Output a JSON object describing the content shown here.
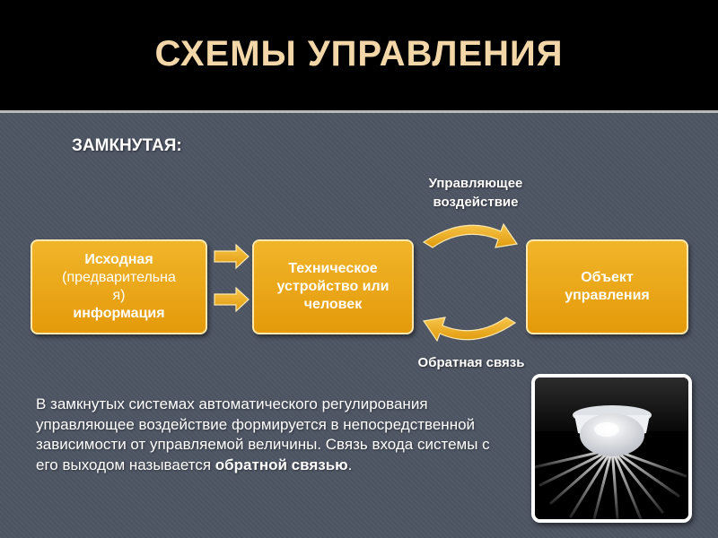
{
  "slide": {
    "title": "СХЕМЫ УПРАВЛЕНИЯ",
    "subtitle": "ЗАМКНУТАЯ:"
  },
  "diagram": {
    "source_box": {
      "line1": "Исходная",
      "line2": "(предварительна",
      "line3": "я)",
      "line4": "информация"
    },
    "device_box": "Техническое устройство или человек",
    "object_box": "Объект управления",
    "control_label": "Управляющее воздействие",
    "feedback_label": "Обратная связь"
  },
  "body_text": {
    "main": "В замкнутых системах автоматического регулирования управляющее воздействие формируется в непосредственной зависимости от управляемой величины. Связь входа системы с его выходом называется ",
    "emphasis": "обратной связью",
    "end": "."
  },
  "colors": {
    "background": "#4e5563",
    "header": "#000000",
    "title": "#f3d7a8",
    "box_fill": "#f1b52a",
    "arrow": "#f2b020"
  },
  "photo": {
    "icon": "motion-sensor-icon"
  }
}
